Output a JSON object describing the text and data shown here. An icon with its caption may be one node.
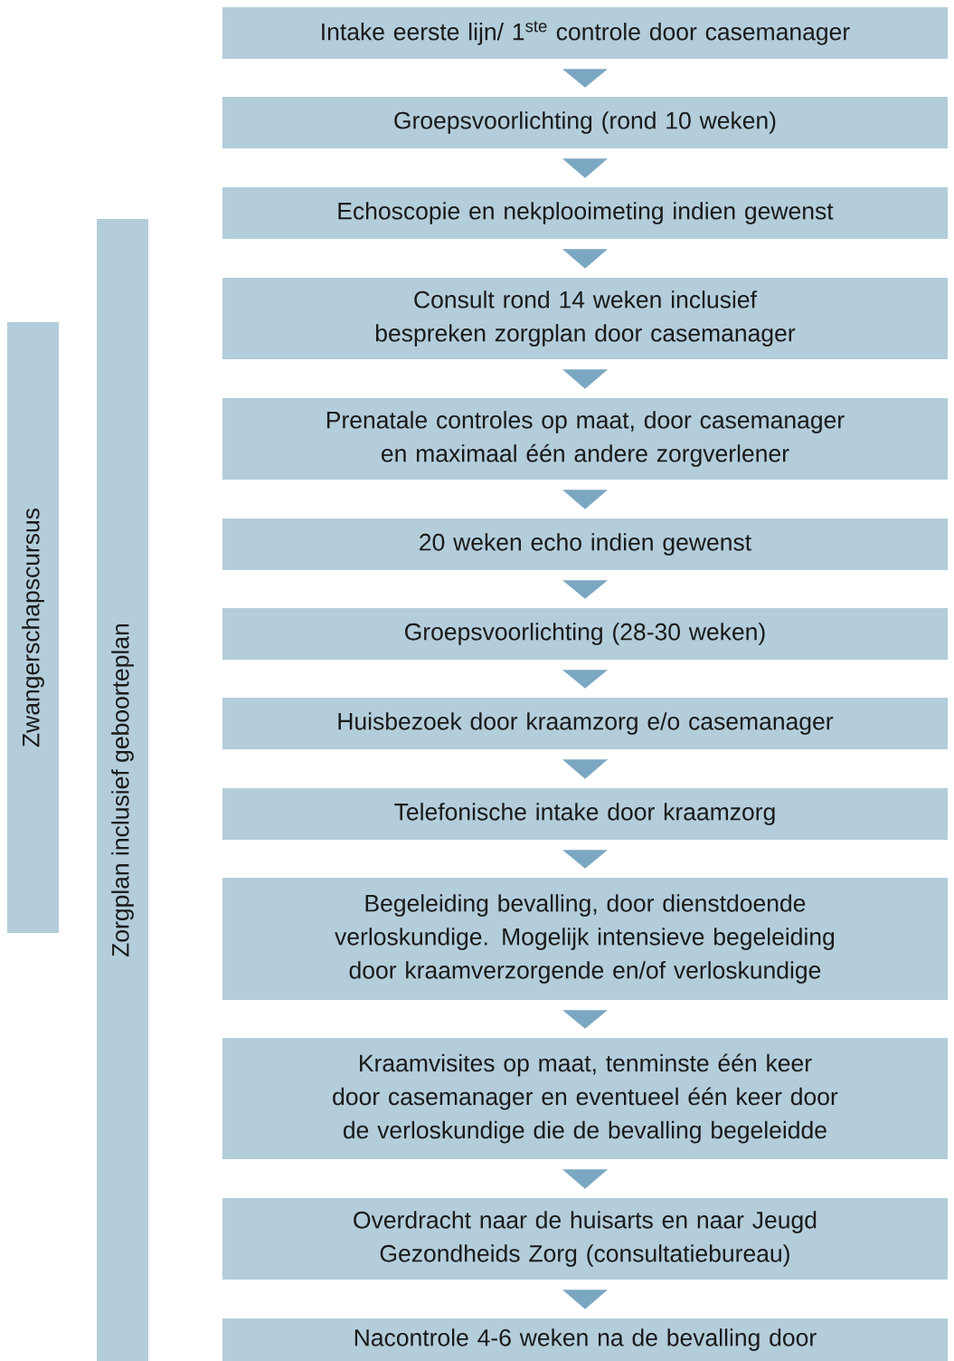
{
  "diagram": {
    "nodes": [
      {
        "text": [
          "Intake eerste lijn/ 1$^{ste}$ controle door casemanager"
        ]
      },
      {
        "text": [
          "Groepsvoorlichting (rond 10 weken)"
        ]
      },
      {
        "text": [
          "Echoscopie en nekplooimeting indien gewenst"
        ]
      },
      {
        "text": [
          "Consult rond 14 weken inclusief bespreken zorgplan door casemanager"
        ]
      },
      {
        "text": [
          "Prenatale controles op maat, door casemanager en maximaal één andere zorgverlener"
        ]
      },
      {
        "text": [
          "20 weken echo indien gewenst"
        ]
      },
      {
        "text": [
          "Groepsvoorlichting (28-30 weken)"
        ]
      },
      {
        "text": [
          "Huisbezoek door kraamzorg e/o casemanager"
        ]
      },
      {
        "text": [
          "Telefonische intake door kraamzorg"
        ]
      },
      {
        "text": [
          "Begeleiding bevalling, door dienstdoende verloskundige. Mogelijk intensieve begeleiding door kraamverzorgende en/of verloskundige"
        ]
      },
      {
        "text": [
          "Kraamvisites op maat, tenminste één keer door casemanager en eventueel één keer door de verloskundige die de bevalling begeleidde"
        ]
      },
      {
        "text": [
          "Overdracht naar de huisarts en naar Jeugd Gezondheids Zorg (consultatiebureau)"
        ]
      },
      {
        "text": [
          "Nacontrole 4-6 weken na de bevalling door"
        ]
      },
      {
        "text": [
          "Zwangerschapscursus"
        ]
      },
      {
        "text": [
          "Zorgplan inclusief geboorteplan"
        ]
      }
    ],
    "edges": [
      {
        "from": 0,
        "to": 1,
        "arrow": "to"
      },
      {
        "from": 1,
        "to": 2,
        "arrow": "to"
      },
      {
        "from": 2,
        "to": 3,
        "arrow": "to"
      },
      {
        "from": 3,
        "to": 4,
        "arrow": "to"
      },
      {
        "from": 4,
        "to": 5,
        "arrow": "to"
      },
      {
        "from": 5,
        "to": 6,
        "arrow": "to"
      },
      {
        "from": 6,
        "to": 7,
        "arrow": "to"
      },
      {
        "from": 7,
        "to": 8,
        "arrow": "to"
      },
      {
        "from": 8,
        "to": 9,
        "arrow": "to"
      },
      {
        "from": 9,
        "to": 10,
        "arrow": "to"
      },
      {
        "from": 10,
        "to": 11,
        "arrow": "to"
      },
      {
        "from": 11,
        "to": 12,
        "arrow": "to"
      }
    ]
  }
}
